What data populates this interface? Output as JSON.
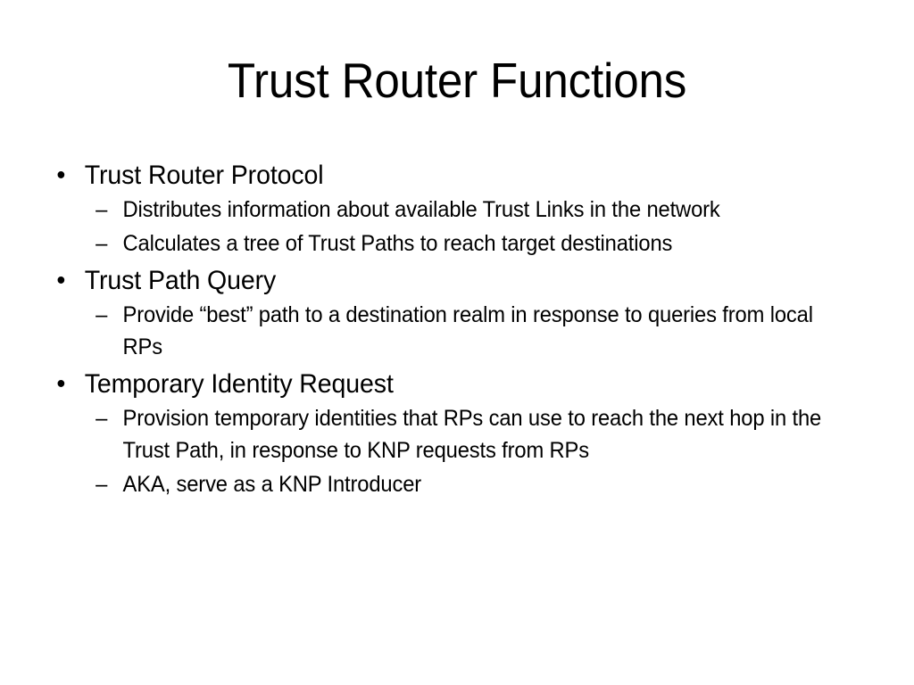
{
  "slide": {
    "title": "Trust Router Functions",
    "background_color": "#ffffff",
    "text_color": "#000000",
    "level1_bullet_glyph": "•",
    "level2_bullet_glyph": "–",
    "bullets": [
      {
        "label": "Trust Router Protocol",
        "sub": [
          "Distributes information about available Trust Links in the network",
          "Calculates a tree of Trust Paths to reach target destinations"
        ]
      },
      {
        "label": "Trust Path Query",
        "sub": [
          "Provide “best” path to a destination realm in response to queries from local RPs"
        ]
      },
      {
        "label": "Temporary Identity Request",
        "sub": [
          "Provision temporary identities that RPs can use to reach the next hop in the Trust Path, in response to KNP requests from RPs",
          "AKA, serve as a KNP Introducer"
        ]
      }
    ]
  }
}
